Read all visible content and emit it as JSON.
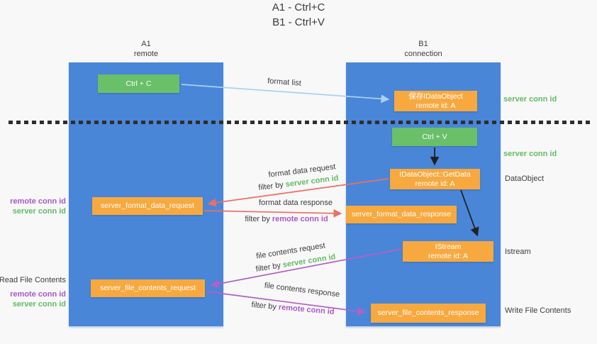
{
  "title": {
    "line1": "A1 - Ctrl+C",
    "line2": "B1 - Ctrl+V"
  },
  "columns": {
    "left": {
      "name": "A1",
      "role": "remote"
    },
    "right": {
      "name": "B1",
      "role": "connection"
    }
  },
  "boxes": {
    "ctrl_c": {
      "label": "Ctrl + C"
    },
    "save_dataobject": {
      "line1": "保存IDataObject",
      "line2": "remote id: A"
    },
    "ctrl_v": {
      "label": "Ctrl + V"
    },
    "getdata": {
      "line1": "IDataObject::GetData",
      "line2": "remote id: A"
    },
    "format_request": {
      "label": "server_format_data_request"
    },
    "format_response": {
      "label": "server_format_data_response"
    },
    "istream": {
      "line1": "IStream",
      "line2": "remote id: A"
    },
    "file_request": {
      "label": "server_file_contents_request"
    },
    "file_response": {
      "label": "server_file_contents_response"
    }
  },
  "arrow_labels": {
    "format_list": "format list",
    "format_data_request": "format data request",
    "format_data_response": "format data response",
    "file_contents_request": "file contents request",
    "file_contents_response": "file contents response",
    "filter_by": "filter by",
    "server_conn_id": "server conn id",
    "remote_conn_id": "remote conn id"
  },
  "side_labels": {
    "server_conn_id_1": "server conn id",
    "server_conn_id_2": "server conn id",
    "dataobject": "DataObject",
    "istream": "Istream",
    "write_file_contents": "Write File Contents",
    "read_file_contents": "Read File Contents",
    "remote_conn_id_1": "remote conn id",
    "server_conn_id_left_1": "server conn id",
    "remote_conn_id_2": "remote conn id",
    "server_conn_id_left_2": "server conn id"
  },
  "colors": {
    "background": "#f8f8f8",
    "column_blue": "#4a86d8",
    "box_orange": "#f7a93f",
    "box_green": "#6abf69",
    "green_text": "#63bb63",
    "purple_text": "#a958c8",
    "red_arrow": "#ec6f63",
    "purple_arrow": "#b55fc6",
    "blue_arrow": "#a9d2ee",
    "black_arrow": "#212121",
    "dotted_line": "#2d2d2d"
  }
}
